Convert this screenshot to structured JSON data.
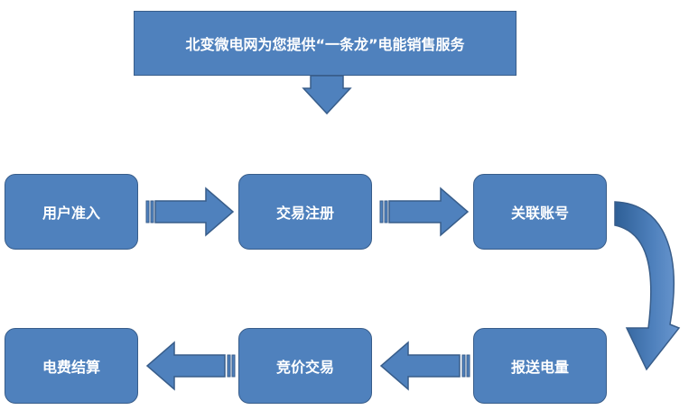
{
  "title": "北变微电网为您提供“一条龙”电能销售服务",
  "steps": {
    "s1": "用户准入",
    "s2": "交易注册",
    "s3": "关联账号",
    "s4": "报送电量",
    "s5": "竞价交易",
    "s6": "电费结算"
  },
  "colors": {
    "fill": "#4f81bd",
    "border": "#385d8a",
    "text": "#ffffff"
  }
}
